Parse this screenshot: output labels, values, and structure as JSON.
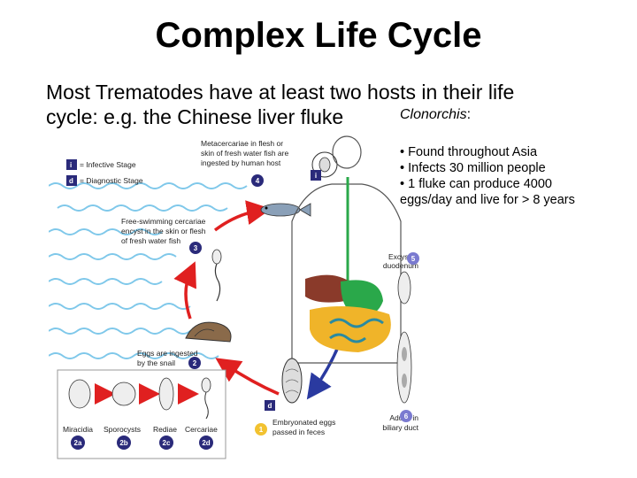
{
  "title": "Complex Life Cycle",
  "intro": {
    "line1": "Most Trematodes have at least two hosts in their life",
    "line2": "cycle: e.g. the Chinese liver fluke",
    "genus_name": "Clonorchis",
    "genus_suffix": ":"
  },
  "facts": [
    "• Found throughout Asia",
    "• Infects 30 million people",
    "• 1 fluke can produce 4000",
    "eggs/day and live for > 8 years"
  ],
  "diagram": {
    "legend": {
      "infective_mark": "i",
      "infective_label": "= Infective Stage",
      "diagnostic_mark": "d",
      "diagnostic_label": "= Diagnostic Stage"
    },
    "stages": {
      "s1_num": "1",
      "s1_line1": "Embryonated eggs",
      "s1_line2": "passed in feces",
      "s2_num": "2",
      "s2_line1": "Eggs are ingested",
      "s2_line2": "by the snail",
      "s3_num": "3",
      "s3_line1": "Free-swimming cercariae",
      "s3_line2": "encyst in the skin or flesh",
      "s3_line3": "of fresh water fish",
      "s4_num": "4",
      "s4_line1": "Metacercariae in flesh or",
      "s4_line2": "skin of fresh water fish are",
      "s4_line3": "ingested by human host",
      "s5_num": "5",
      "s5_line1": "Excyst in",
      "s5_line2": "duodenum",
      "s6_num": "6",
      "s6_line1": "Adults in",
      "s6_line2": "biliary duct"
    },
    "snail_stages": [
      {
        "num": "2a",
        "label": "Miracidia"
      },
      {
        "num": "2b",
        "label": "Sporocysts"
      },
      {
        "num": "2c",
        "label": "Rediae"
      },
      {
        "num": "2d",
        "label": "Cercariae"
      }
    ]
  },
  "colors": {
    "text": "#000000",
    "badge_navy": "#2a2a7a",
    "badge_yellow": "#f2c230",
    "arrow_red": "#e02020",
    "arrow_blue": "#2a3aa0",
    "water": "#7fc8ea",
    "stomach": "#2aa84a",
    "intestine": "#f0b429",
    "liver": "#8a3a2a"
  }
}
